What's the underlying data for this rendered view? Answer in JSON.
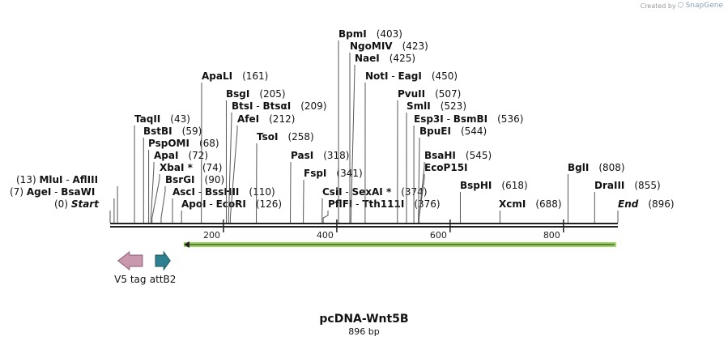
{
  "plasmid": {
    "name": "pcDNA-Wnt5B",
    "length_label": "896 bp",
    "length": 896
  },
  "branding": {
    "prefix": "Created by",
    "product": "SnapGene"
  },
  "ruler": {
    "ticks": [
      200,
      400,
      600,
      800
    ]
  },
  "sites": [
    {
      "names": [
        "Start"
      ],
      "pos": "(0)",
      "at": 0,
      "italic": true
    },
    {
      "names": [
        "AgeI",
        "BsaWI"
      ],
      "pos": "(7)",
      "at": 7
    },
    {
      "names": [
        "MluI",
        "AflIII"
      ],
      "pos": "(13)",
      "at": 13
    },
    {
      "names": [
        "TaqII"
      ],
      "pos": "(43)",
      "at": 43
    },
    {
      "names": [
        "BstBI"
      ],
      "pos": "(59)",
      "at": 59
    },
    {
      "names": [
        "PspOMI"
      ],
      "pos": "(68)",
      "at": 68
    },
    {
      "names": [
        "ApaI"
      ],
      "pos": "(72)",
      "at": 72
    },
    {
      "names": [
        "XbaI *"
      ],
      "pos": "(74)",
      "at": 74
    },
    {
      "names": [
        "BsrGI"
      ],
      "pos": "(90)",
      "at": 90
    },
    {
      "names": [
        "AscI",
        "BssHII"
      ],
      "pos": "(110)",
      "at": 110
    },
    {
      "names": [
        "ApoI",
        "EcoRI"
      ],
      "pos": "(126)",
      "at": 126
    },
    {
      "names": [
        "ApaLI"
      ],
      "pos": "(161)",
      "at": 161
    },
    {
      "names": [
        "BsgI"
      ],
      "pos": "(205)",
      "at": 205
    },
    {
      "names": [
        "BtsI",
        "BtsαI"
      ],
      "pos": "(209)",
      "at": 209
    },
    {
      "names": [
        "AfeI"
      ],
      "pos": "(212)",
      "at": 212
    },
    {
      "names": [
        "TsoI"
      ],
      "pos": "(258)",
      "at": 258
    },
    {
      "names": [
        "PasI"
      ],
      "pos": "(318)",
      "at": 318
    },
    {
      "names": [
        "FspI"
      ],
      "pos": "(341)",
      "at": 341
    },
    {
      "names": [
        "CsiI",
        "SexAI *"
      ],
      "pos": "(374)",
      "at": 374
    },
    {
      "names": [
        "PflFI",
        "Tth111I"
      ],
      "pos": "(376)",
      "at": 376
    },
    {
      "names": [
        "BpmI"
      ],
      "pos": "(403)",
      "at": 403
    },
    {
      "names": [
        "NgoMIV"
      ],
      "pos": "(423)",
      "at": 423
    },
    {
      "names": [
        "NaeI"
      ],
      "pos": "(425)",
      "at": 425
    },
    {
      "names": [
        "NotI",
        "EagI"
      ],
      "pos": "(450)",
      "at": 450
    },
    {
      "names": [
        "PvuII"
      ],
      "pos": "(507)",
      "at": 507
    },
    {
      "names": [
        "SmlI"
      ],
      "pos": "(523)",
      "at": 523
    },
    {
      "names": [
        "Esp3I",
        "BsmBI"
      ],
      "pos": "(536)",
      "at": 536
    },
    {
      "names": [
        "BpuEI"
      ],
      "pos": "(544)",
      "at": 544
    },
    {
      "names": [
        "BsaHI"
      ],
      "pos": "(545)",
      "at": 545
    },
    {
      "names": [
        "EcoP15I"
      ],
      "pos": "",
      "at": 545
    },
    {
      "names": [
        "BspHI"
      ],
      "pos": "(618)",
      "at": 618
    },
    {
      "names": [
        "XcmI"
      ],
      "pos": "(688)",
      "at": 688
    },
    {
      "names": [
        "BglI"
      ],
      "pos": "(808)",
      "at": 808
    },
    {
      "names": [
        "DraIII"
      ],
      "pos": "(855)",
      "at": 855
    },
    {
      "names": [
        "End"
      ],
      "pos": "(896)",
      "at": 896,
      "italic": true
    }
  ],
  "features": [
    {
      "name": "V5 tag",
      "color": "#c997ae",
      "stroke": "#8a5c72",
      "start": 14,
      "end": 57,
      "direction": "reverse"
    },
    {
      "name": "attB2",
      "color": "#2e7f8f",
      "stroke": "#1d5561",
      "start": 80,
      "end": 106,
      "direction": "forward"
    }
  ],
  "orf": {
    "color": "#99d760",
    "start": 130,
    "end": 893,
    "direction": "reverse"
  }
}
